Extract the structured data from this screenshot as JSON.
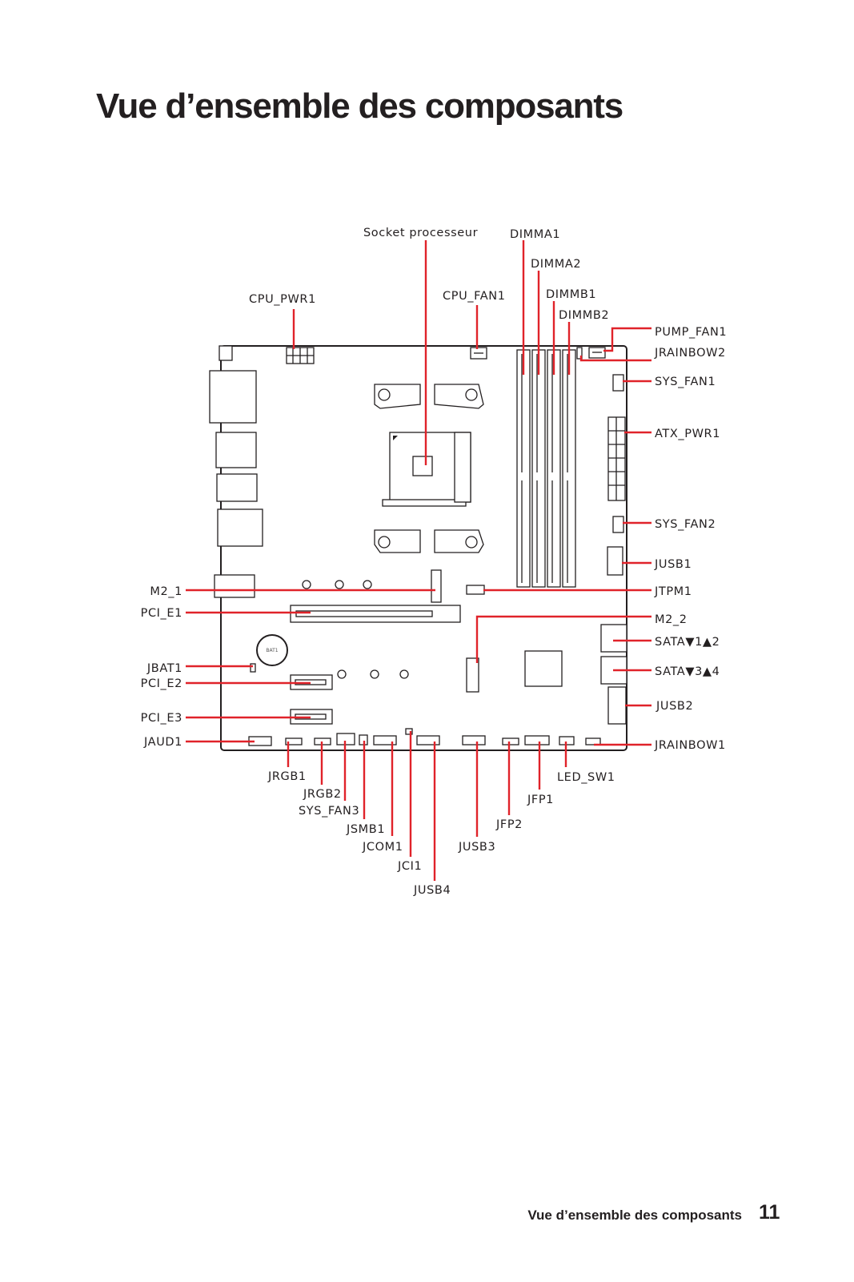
{
  "page": {
    "title": "Vue d’ensemble des composants",
    "footer_title": "Vue d’ensemble des composants",
    "page_number": "11"
  },
  "diagram": {
    "accent_color": "#e0232a",
    "board_label": "BAT1",
    "labels": {
      "socket": "Socket processeur",
      "dimma1": "DIMMA1",
      "dimma2": "DIMMA2",
      "dimmb1": "DIMMB1",
      "dimmb2": "DIMMB2",
      "cpu_pwr1": "CPU_PWR1",
      "cpu_fan1": "CPU_FAN1",
      "pump_fan1": "PUMP_FAN1",
      "jrainbow2": "JRAINBOW2",
      "sys_fan1": "SYS_FAN1",
      "atx_pwr1": "ATX_PWR1",
      "sys_fan2": "SYS_FAN2",
      "jusb1": "JUSB1",
      "jtpm1": "JTPM1",
      "m2_2": "M2_2",
      "sata12": "SATA▼1▲2",
      "sata34": "SATA▼3▲4",
      "jusb2": "JUSB2",
      "jrainbow1": "JRAINBOW1",
      "m2_1": "M2_1",
      "pci_e1": "PCI_E1",
      "jbat1": "JBAT1",
      "pci_e2": "PCI_E2",
      "pci_e3": "PCI_E3",
      "jaud1": "JAUD1",
      "jrgb1": "JRGB1",
      "jrgb2": "JRGB2",
      "sys_fan3": "SYS_FAN3",
      "jsmb1": "JSMB1",
      "jcom1": "JCOM1",
      "jci1": "JCI1",
      "jusb4": "JUSB4",
      "jusb3": "JUSB3",
      "jfp2": "JFP2",
      "jfp1": "JFP1",
      "led_sw1": "LED_SW1"
    }
  }
}
